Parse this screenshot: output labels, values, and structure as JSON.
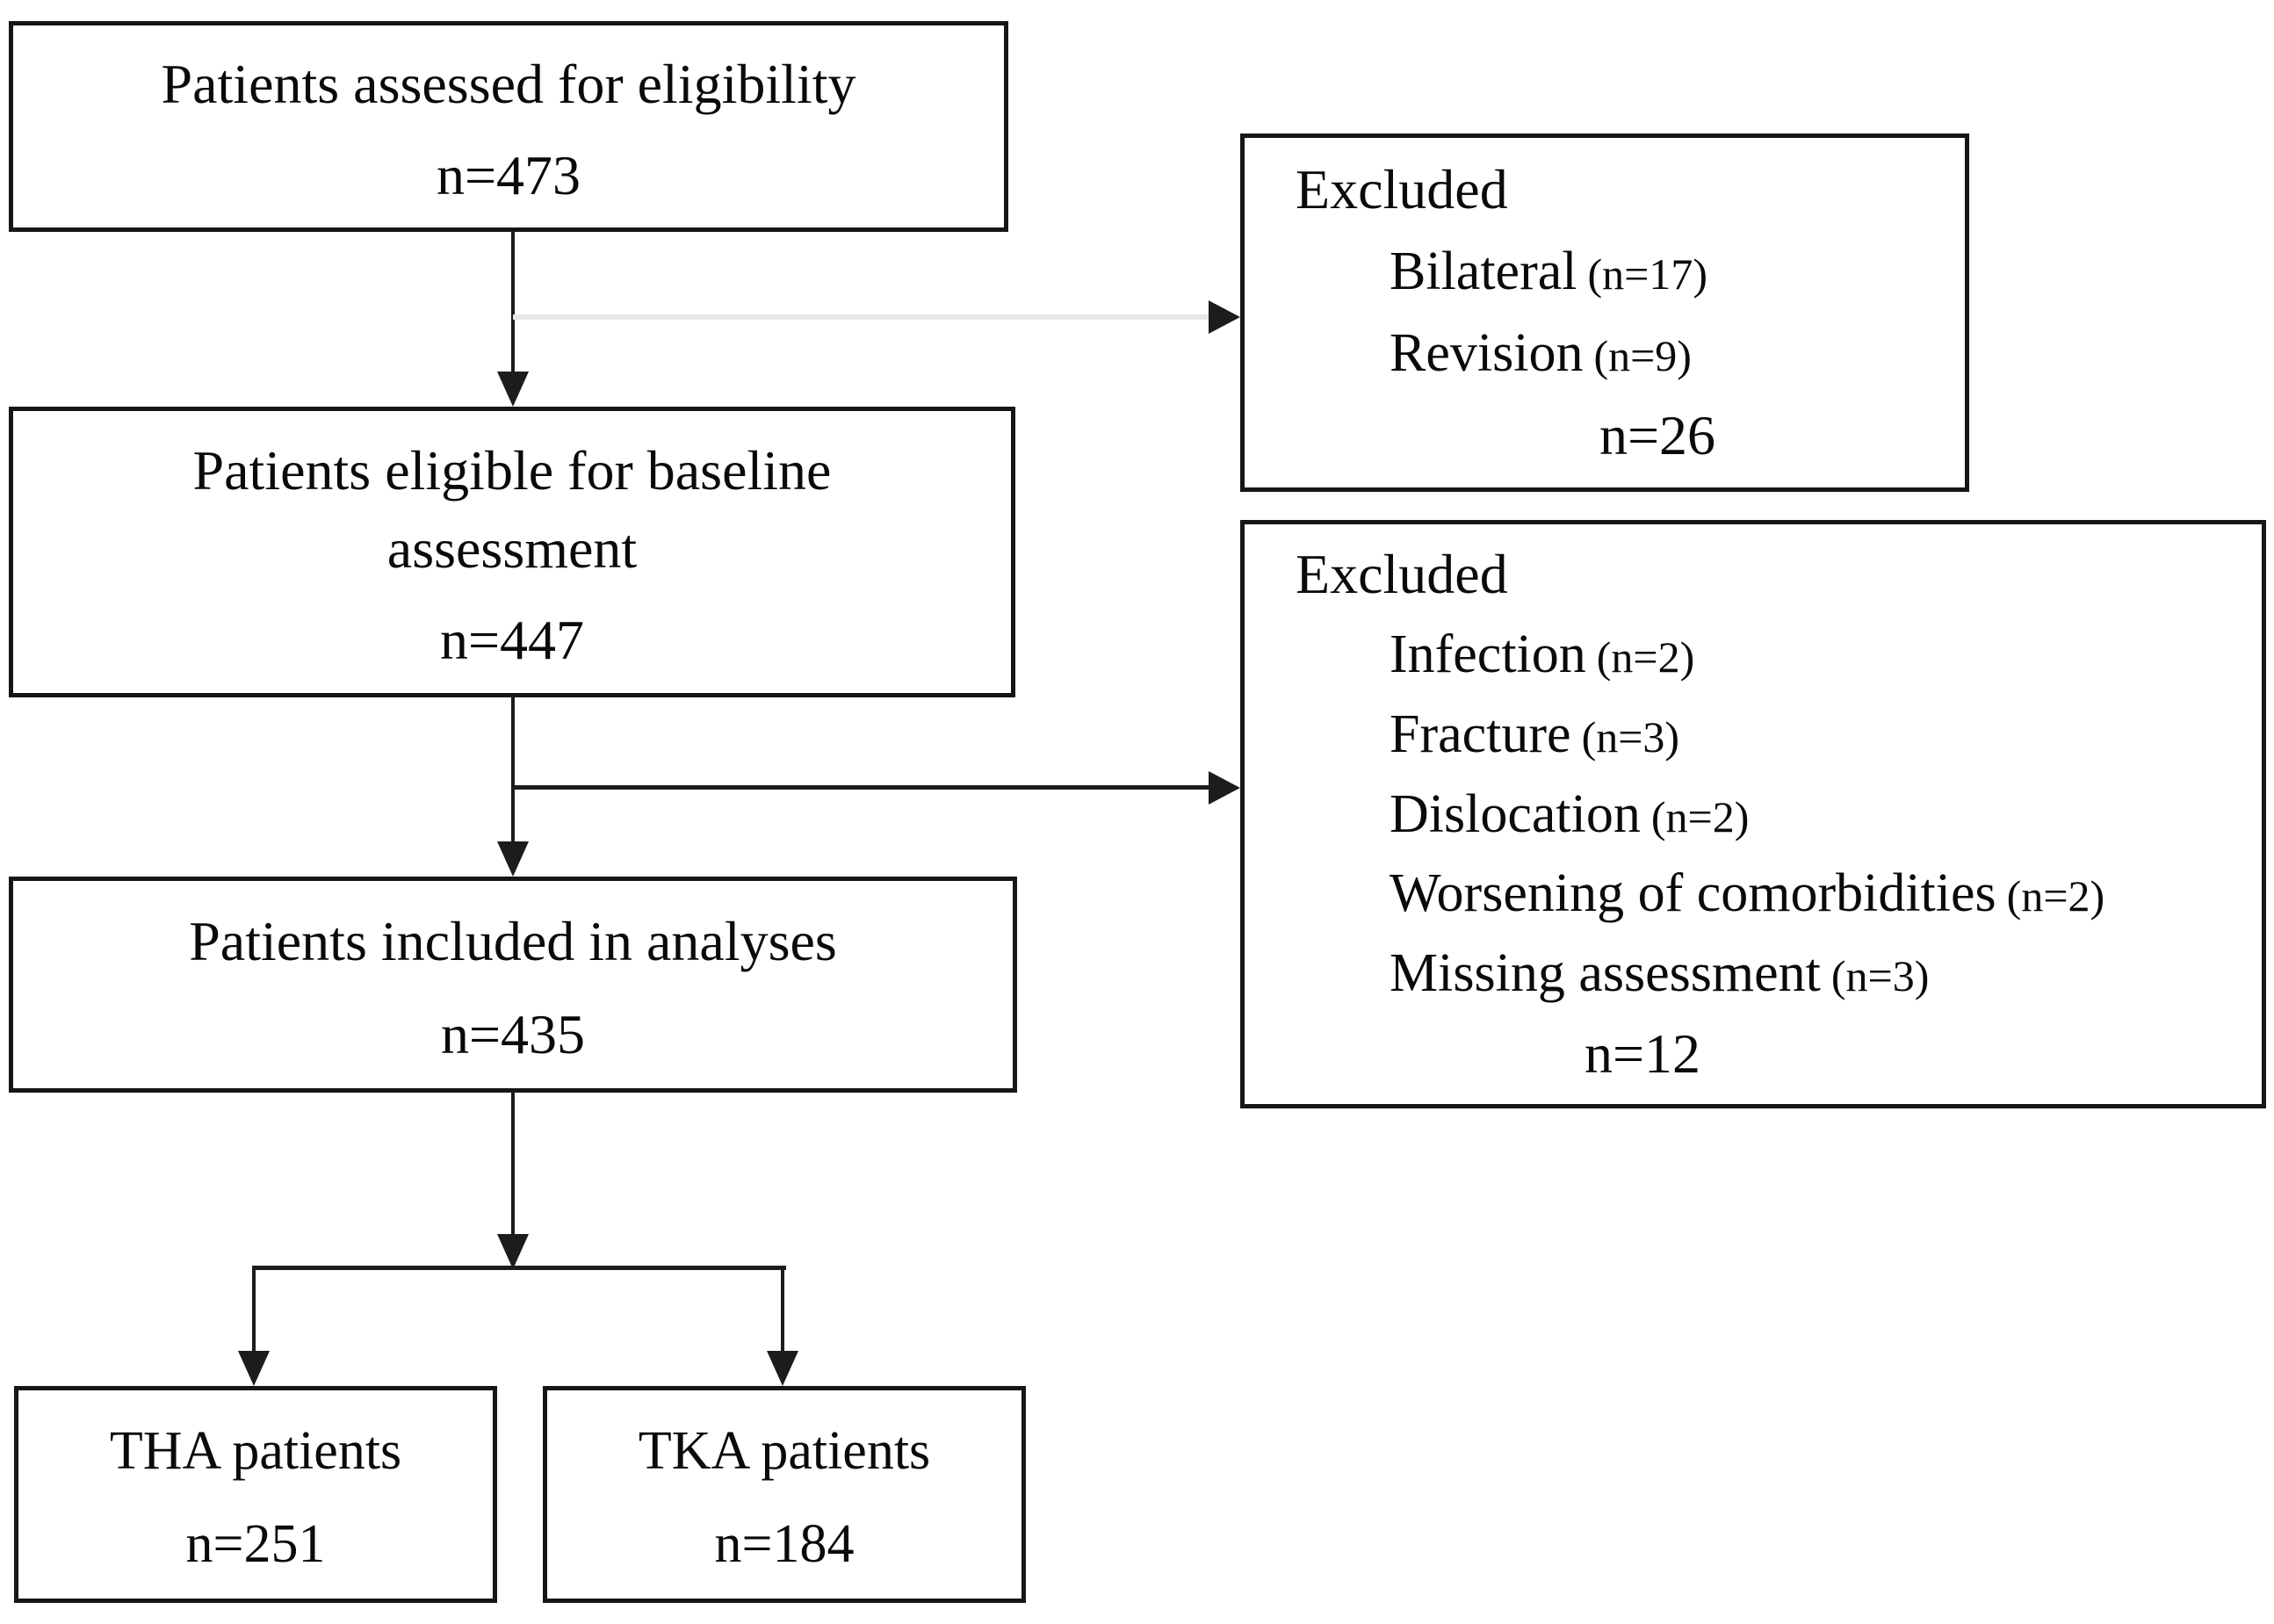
{
  "boxes": {
    "assessed": {
      "title": "Patients assessed for eligibility",
      "count": "n=473"
    },
    "excluded1": {
      "header": "Excluded",
      "items": [
        {
          "label": "Bilateral",
          "count": "(n=17)"
        },
        {
          "label": "Revision",
          "count": "(n=9)"
        }
      ],
      "total": "n=26"
    },
    "eligible": {
      "title": "Patients eligible for baseline assessment",
      "count": "n=447"
    },
    "excluded2": {
      "header": "Excluded",
      "items": [
        {
          "label": "Infection",
          "count": "(n=2)"
        },
        {
          "label": "Fracture",
          "count": "(n=3)"
        },
        {
          "label": "Dislocation",
          "count": "(n=2)"
        },
        {
          "label": "Worsening of comorbidities",
          "count": "(n=2)"
        },
        {
          "label": "Missing assessment",
          "count": "(n=3)"
        }
      ],
      "total": "n=12"
    },
    "included": {
      "title": "Patients included in analyses",
      "count": "n=435"
    },
    "tha": {
      "title": "THA patients",
      "count": "n=251"
    },
    "tka": {
      "title": "TKA patients",
      "count": "n=184"
    }
  },
  "colors": {
    "border": "#161616",
    "line": "#1c1c1c",
    "faint_line": "#e8e8e8",
    "background": "#ffffff",
    "text": "#0a0a0a"
  }
}
